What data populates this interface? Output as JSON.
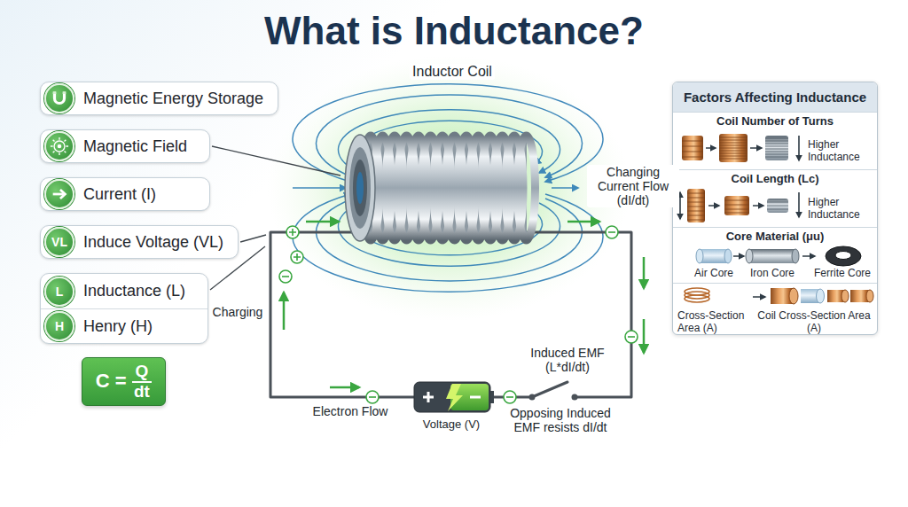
{
  "diagram": {
    "title": "What is Inductance?",
    "nodes": [
      {
        "text": [
          "Magnetic Energy Storage"
        ]
      },
      {
        "text": [
          "Magnetic Field"
        ]
      },
      {
        "text": [
          "Current (I)"
        ]
      },
      {
        "text": [
          "VL",
          "Induce Voltage (VL)"
        ]
      },
      {
        "text": [
          "L",
          "Inductance (L)",
          "H",
          "Henry (H)"
        ]
      },
      {
        "text": [
          "C =",
          "Q",
          "dt"
        ]
      },
      {
        "text": [
          "Factors Affecting Inductance"
        ]
      },
      {
        "text": [
          "Coil Number of Turns",
          "Higher Inductance"
        ],
        "in": 6
      },
      {
        "text": [
          "Coil Length (Lc)",
          "Higher Inductance"
        ],
        "in": 6
      },
      {
        "text": [
          "Core Material (μu)",
          "Air Core",
          "Iron Core",
          "Ferrite Core"
        ],
        "in": 6
      },
      {
        "text": [
          "Cross-Section Area (A)",
          "Coil Cross-Section Area (A)"
        ],
        "in": 6
      }
    ],
    "labels": [
      "Inductor Coil",
      "Changing Current Flow (dI/dt)",
      "Charging",
      "Induced EMF (L*dI/dt)",
      "Electron Flow",
      "Voltage (V)",
      "Opposing Induced EMF resists dI/dt"
    ]
  }
}
